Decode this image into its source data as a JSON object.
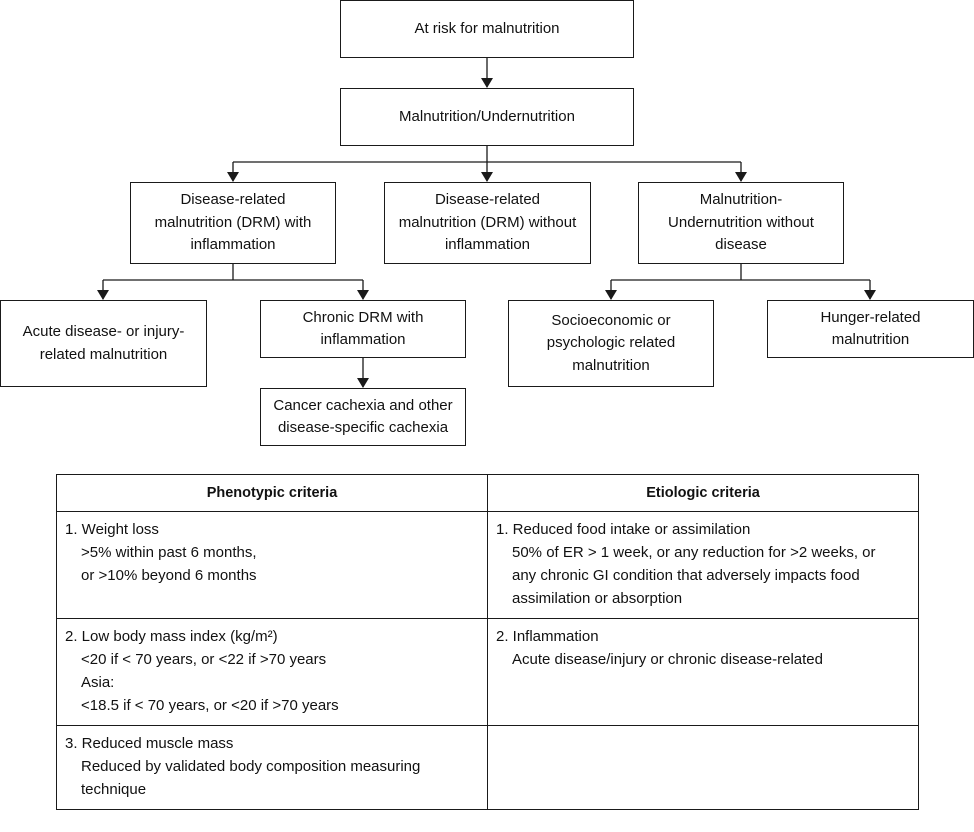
{
  "flowchart": {
    "at_risk": "At risk for malnutrition",
    "malnutrition": "Malnutrition/Undernutrition",
    "drm_with_inflammation": "Disease-related\nmalnutrition (DRM) with\ninflammation",
    "drm_without_inflammation": "Disease-related\nmalnutrition (DRM) without\ninflammation",
    "without_disease": "Malnutrition-\nUndernutrition without\ndisease",
    "acute": "Acute disease- or injury-\nrelated malnutrition",
    "chronic": "Chronic DRM with\ninflammation",
    "cachexia": "Cancer cachexia and other\ndisease-specific cachexia",
    "socioeconomic": "Socioeconomic or\npsychologic related\nmalnutrition",
    "hunger": "Hunger-related\nmalnutrition"
  },
  "criteria_table": {
    "headers": {
      "phenotypic": "Phenotypic criteria",
      "etiologic": "Etiologic criteria"
    },
    "phenotypic": [
      {
        "title": "1. Weight loss",
        "lines": [
          ">5% within past 6 months,",
          "or >10% beyond 6 months"
        ]
      },
      {
        "title": "2. Low body mass index (kg/m²)",
        "lines": [
          "<20 if < 70 years, or <22 if >70 years",
          "Asia:",
          "<18.5 if < 70 years, or <20 if >70 years"
        ]
      },
      {
        "title": "3. Reduced muscle mass",
        "lines": [
          "Reduced by validated body composition measuring",
          "technique"
        ]
      }
    ],
    "etiologic": [
      {
        "title": "1. Reduced food intake or assimilation",
        "lines": [
          "50% of ER > 1 week, or any reduction for >2 weeks, or",
          "any chronic GI condition that adversely impacts food",
          "assimilation or absorption"
        ]
      },
      {
        "title": "2. Inflammation",
        "lines": [
          "Acute disease/injury or chronic disease-related"
        ]
      }
    ]
  }
}
